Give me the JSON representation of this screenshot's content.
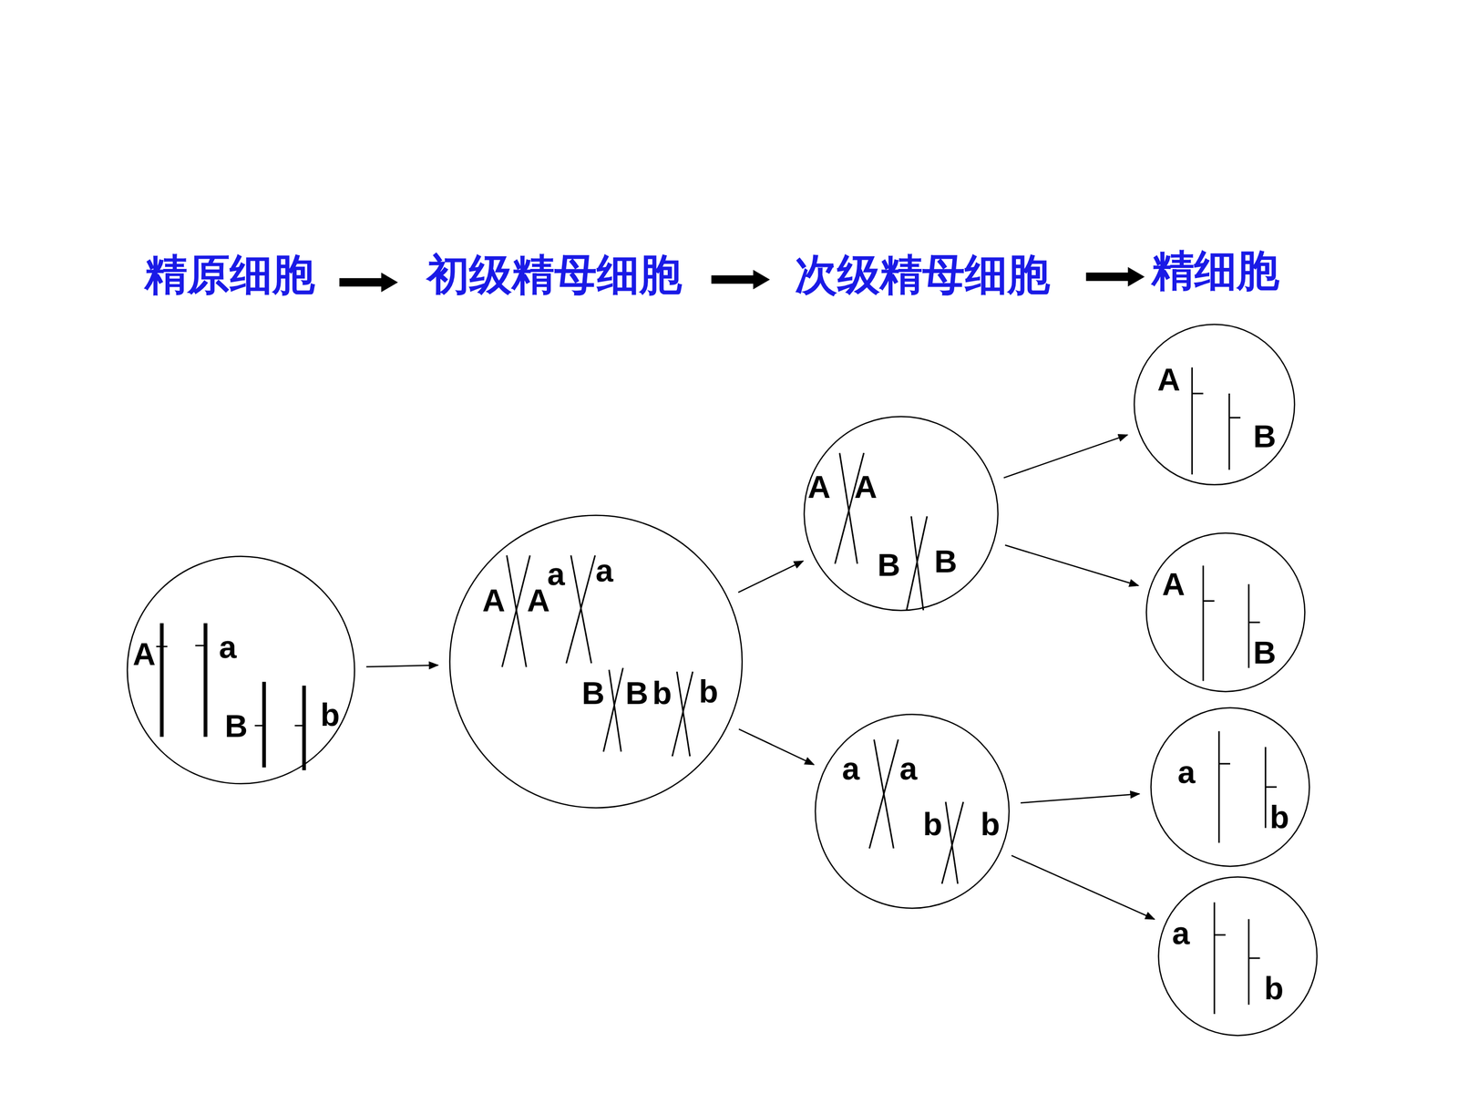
{
  "diagram": {
    "nodes": [
      {
        "text": [
          "A",
          "a",
          "B",
          "b"
        ]
      },
      {
        "text": [
          "A",
          "A",
          "a",
          "a",
          "B",
          "B",
          "b",
          "b"
        ]
      },
      {
        "text": [
          "A",
          "A",
          "B",
          "B"
        ]
      },
      {
        "text": [
          "a",
          "a",
          "b",
          "b"
        ]
      },
      {
        "text": [
          "A",
          "B"
        ]
      },
      {
        "text": [
          "A",
          "B"
        ]
      },
      {
        "text": [
          "a",
          "b"
        ]
      },
      {
        "text": [
          "a",
          "b"
        ]
      }
    ],
    "edges": [
      {
        "from": 0,
        "to": 1,
        "arrow": "to"
      },
      {
        "from": 1,
        "to": 2,
        "arrow": "to"
      },
      {
        "from": 1,
        "to": 3,
        "arrow": "to"
      },
      {
        "from": 2,
        "to": 4,
        "arrow": "to"
      },
      {
        "from": 2,
        "to": 5,
        "arrow": "to"
      },
      {
        "from": 3,
        "to": 6,
        "arrow": "to"
      },
      {
        "from": 3,
        "to": 7,
        "arrow": "to"
      }
    ],
    "labels": [
      "精原细胞",
      "初级精母细胞",
      "次级精母细胞",
      "精细胞"
    ]
  }
}
